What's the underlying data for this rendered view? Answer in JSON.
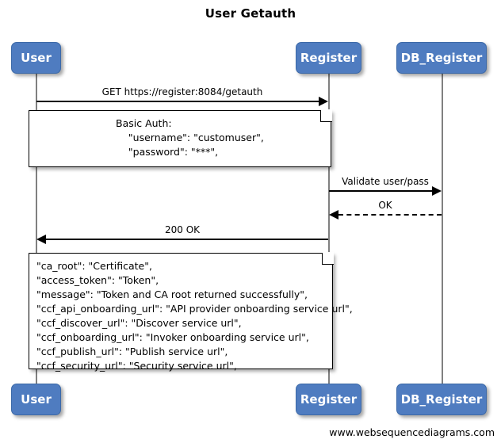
{
  "diagram": {
    "title": "User Getauth",
    "footer": "www.websequencediagrams.com",
    "accent_color": "#4f7cc0",
    "line_color": "#808080"
  },
  "actors": [
    {
      "name": "User",
      "label": "User"
    },
    {
      "name": "Register",
      "label": "Register"
    },
    {
      "name": "DB_Register",
      "label": "DB_Register"
    }
  ],
  "messages": [
    {
      "label": "GET https://register:8084/getauth",
      "from": "User",
      "to": "Register",
      "style": "solid",
      "direction": "right"
    },
    {
      "label": "Validate user/pass",
      "from": "Register",
      "to": "DB_Register",
      "style": "solid",
      "direction": "right"
    },
    {
      "label": "OK",
      "from": "DB_Register",
      "to": "Register",
      "style": "dashed",
      "direction": "left"
    },
    {
      "label": "200 OK",
      "from": "Register",
      "to": "User",
      "style": "solid",
      "direction": "left"
    }
  ],
  "notes": [
    {
      "name": "basic-auth-note",
      "lines": [
        "Basic Auth:",
        "    \"username\": \"customuser\",",
        "    \"password\": \"***\","
      ]
    },
    {
      "name": "response-payload-note",
      "lines": [
        "\"ca_root\": \"Certificate\",",
        "\"access_token\": \"Token\",",
        "\"message\": \"Token and CA root returned successfully\",",
        "\"ccf_api_onboarding_url\": \"API provider onboarding service url\",",
        "\"ccf_discover_url\": \"Discover service url\",",
        "\"ccf_onboarding_url\": \"Invoker onboarding service url\",",
        "\"ccf_publish_url\": \"Publish service url\",",
        "\"ccf_security_url\": \"Security service url\","
      ]
    }
  ]
}
